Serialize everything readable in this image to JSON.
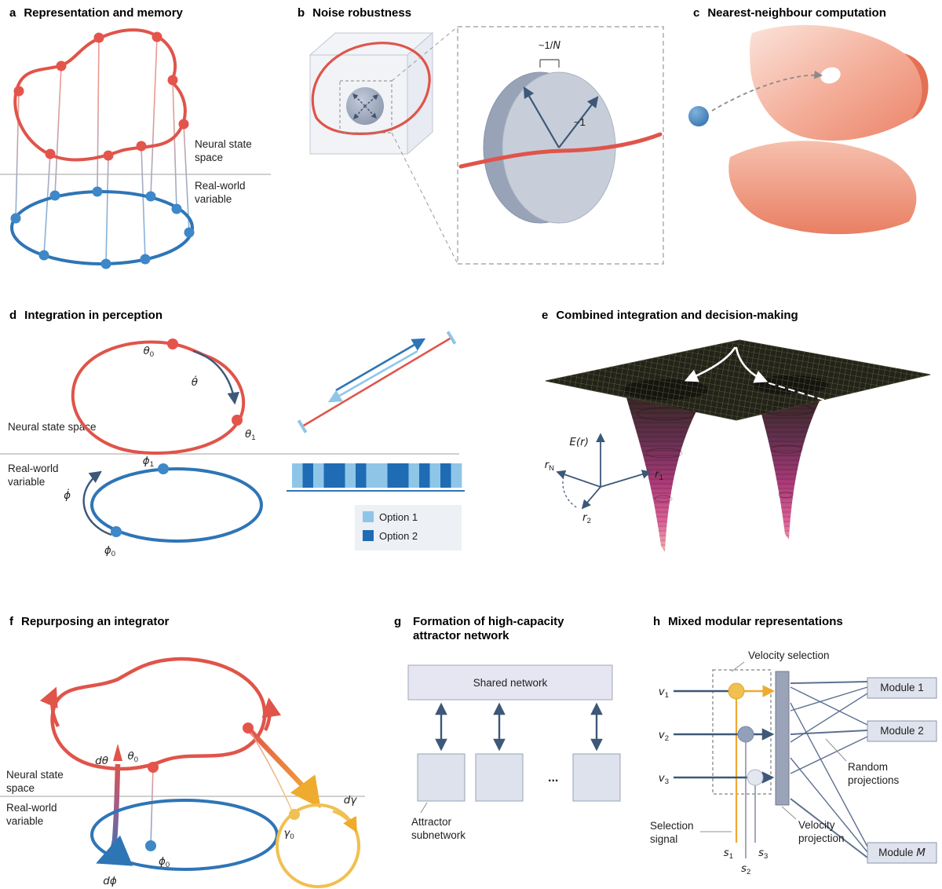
{
  "colors": {
    "red": "#e0544a",
    "blue": "#2e75b6",
    "light_blue": "#8fc6e8",
    "dark_blue": "#1f6cb4",
    "navy": "#3d5878",
    "yellow": "#f0c050",
    "orange": "#f0a830",
    "box_fill": "#dde2ec",
    "salmon": "#ee8f74"
  },
  "panel_a": {
    "letter": "a",
    "title": "Representation and memory",
    "neural_label_line1": "Neural state",
    "neural_label_line2": "space",
    "real_label_line1": "Real-world",
    "real_label_line2": "variable"
  },
  "panel_b": {
    "letter": "b",
    "title": "Noise robustness",
    "width_prefix": "~1/",
    "width_var": "N",
    "radius_label": "~1"
  },
  "panel_c": {
    "letter": "c",
    "title": "Nearest-neighbour computation"
  },
  "panel_d": {
    "letter": "d",
    "title": "Integration in perception",
    "neural_label": "Neural state space",
    "real_label_line1": "Real-world",
    "real_label_line2": "variable",
    "theta0_base": "θ",
    "theta0_sub": "0",
    "theta1_base": "θ",
    "theta1_sub": "1",
    "theta_dot": "θ̇",
    "phi0_base": "ϕ",
    "phi0_sub": "0",
    "phi1_base": "ϕ",
    "phi1_sub": "1",
    "phi_dot": "ϕ̇",
    "legend": {
      "option1": "Option 1",
      "option2": "Option 2"
    },
    "stripe_pattern": [
      "1",
      "2",
      "1",
      "2",
      "2",
      "1",
      "2",
      "1",
      "1",
      "2",
      "2",
      "1",
      "2",
      "1",
      "2",
      "1"
    ]
  },
  "panel_e": {
    "letter": "e",
    "title": "Combined integration and decision-making",
    "energy_label": "E(r)",
    "r1_base": "r",
    "r1_sub": "1",
    "r2_base": "r",
    "r2_sub": "2",
    "rN_base": "r",
    "rN_sub": "N"
  },
  "panel_f": {
    "letter": "f",
    "title": "Repurposing an integrator",
    "neural_label_line1": "Neural state",
    "neural_label_line2": "space",
    "real_label_line1": "Real-world",
    "real_label_line2": "variable",
    "theta0_base": "θ",
    "theta0_sub": "0",
    "phi0_base": "ϕ",
    "phi0_sub": "0",
    "gamma0_base": "γ",
    "gamma0_sub": "0",
    "d_theta": "dθ",
    "d_phi": "dϕ",
    "d_gamma": "dγ"
  },
  "panel_g": {
    "letter": "g",
    "title_line1": "Formation of high-capacity",
    "title_line2": "attractor network",
    "shared_network": "Shared network",
    "ellipsis": "...",
    "subnetwork_line1": "Attractor",
    "subnetwork_line2": "subnetwork"
  },
  "panel_h": {
    "letter": "h",
    "title": "Mixed modular representations",
    "velocity_selection": "Velocity selection",
    "selection_signal_line1": "Selection",
    "selection_signal_line2": "signal",
    "velocity_projection_line1": "Velocity",
    "velocity_projection_line2": "projection",
    "random_projections_line1": "Random",
    "random_projections_line2": "projections",
    "v1_base": "v",
    "v1_sub": "1",
    "v2_base": "v",
    "v2_sub": "2",
    "v3_base": "v",
    "v3_sub": "3",
    "s1_base": "s",
    "s1_sub": "1",
    "s2_base": "s",
    "s2_sub": "2",
    "s3_base": "s",
    "s3_sub": "3",
    "module1": "Module 1",
    "module2": "Module 2",
    "moduleM_base": "Module ",
    "moduleM_var": "M"
  }
}
